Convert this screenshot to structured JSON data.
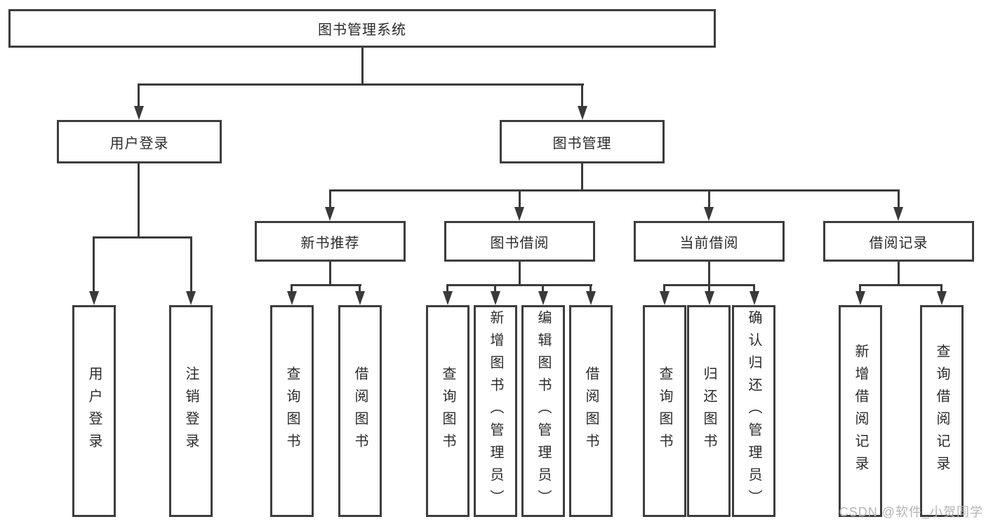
{
  "root": {
    "label": "图书管理系统"
  },
  "level2": [
    {
      "label": "用户登录"
    },
    {
      "label": "图书管理"
    }
  ],
  "level3": [
    {
      "label": "新书推荐"
    },
    {
      "label": "图书借阅"
    },
    {
      "label": "当前借阅"
    },
    {
      "label": "借阅记录"
    }
  ],
  "leaves": [
    {
      "label": "用户登录"
    },
    {
      "label": "注销登录"
    },
    {
      "label": "查询图书"
    },
    {
      "label": "借阅图书"
    },
    {
      "label": "查询图书"
    },
    {
      "label": "新增图书（管理员）"
    },
    {
      "label": "编辑图书（管理员）"
    },
    {
      "label": "借阅图书"
    },
    {
      "label": "查询图书"
    },
    {
      "label": "归还图书"
    },
    {
      "label": "确认归还（管理员）"
    },
    {
      "label": "新增借阅记录"
    },
    {
      "label": "查询借阅记录"
    }
  ],
  "watermark": {
    "text": "CSDN @软件_小贺同学"
  },
  "colors": {
    "line": "#3a3a3a",
    "box_border": "#3d3d3d",
    "text": "#2b2b2b",
    "watermark": "#b5b5b5",
    "background": "#ffffff"
  }
}
